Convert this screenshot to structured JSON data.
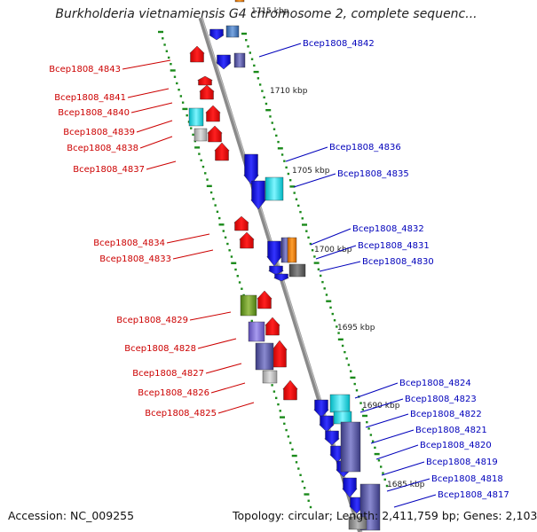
{
  "title": "Burkholderia vietnamiensis G4 chromosome 2, complete sequenc...",
  "footer": {
    "accession": "Accession: NC_009255",
    "summary": "Topology: circular; Length: 2,411,759 bp; Genes: 2,103"
  },
  "colors": {
    "forward_gene": "#e00000",
    "reverse_gene": "#0000dd",
    "forward_label": "#cc0000",
    "reverse_label": "#0000bb",
    "backbone": "#8a8a8a",
    "tick": "#1a8a1a"
  },
  "scale_labels": [
    "1715 kbp",
    "1710 kbp",
    "1705 kbp",
    "1700 kbp",
    "1695 kbp",
    "1690 kbp",
    "1685 kbp"
  ],
  "left_genes": [
    "Bcep1808_4843",
    "Bcep1808_4841",
    "Bcep1808_4840",
    "Bcep1808_4839",
    "Bcep1808_4838",
    "Bcep1808_4837",
    "Bcep1808_4834",
    "Bcep1808_4833",
    "Bcep1808_4829",
    "Bcep1808_4828",
    "Bcep1808_4827",
    "Bcep1808_4826",
    "Bcep1808_4825"
  ],
  "right_genes": [
    "Bcep1808_4842",
    "Bcep1808_4836",
    "Bcep1808_4835",
    "Bcep1808_4832",
    "Bcep1808_4831",
    "Bcep1808_4830",
    "Bcep1808_4824",
    "Bcep1808_4823",
    "Bcep1808_4822",
    "Bcep1808_4821",
    "Bcep1808_4820",
    "Bcep1808_4819",
    "Bcep1808_4818",
    "Bcep1808_4817"
  ]
}
